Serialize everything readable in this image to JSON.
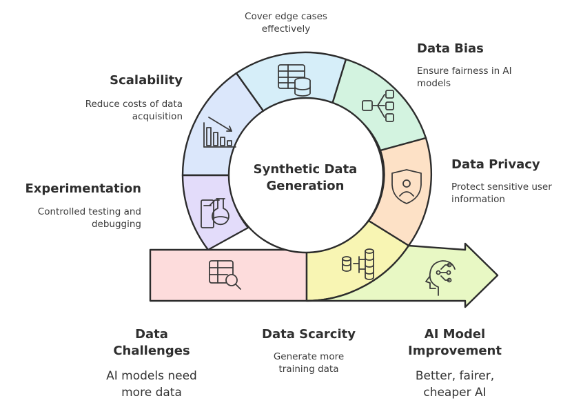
{
  "center": {
    "line1": "Synthetic Data",
    "line2": "Generation"
  },
  "segments": [
    {
      "id": "scalability",
      "title": "Scalability",
      "description_lines": [
        "Reduce costs of data",
        "acquisition"
      ],
      "color": "#dbe7fb",
      "icon": "declining-bar-chart-icon"
    },
    {
      "id": "edge-cases",
      "title": "",
      "description_lines": [
        "Cover edge cases",
        "effectively"
      ],
      "color": "#d6eef9",
      "icon": "database-table-icon"
    },
    {
      "id": "data-bias",
      "title": "Data Bias",
      "description_lines": [
        "Ensure fairness in AI",
        "models"
      ],
      "color": "#d3f3e0",
      "icon": "branching-nodes-icon"
    },
    {
      "id": "data-privacy",
      "title": "Data Privacy",
      "description_lines": [
        "Protect sensitive user",
        "information"
      ],
      "color": "#fde1c6",
      "icon": "shield-user-icon"
    },
    {
      "id": "experimentation",
      "title": "Experimentation",
      "description_lines": [
        "Controlled testing and",
        "debugging"
      ],
      "color": "#e3dcfa",
      "icon": "lab-flask-icon"
    }
  ],
  "bottom": [
    {
      "id": "data-challenges",
      "title_lines": [
        "Data",
        "Challenges"
      ],
      "description_lines": [
        "AI models need",
        "more data"
      ],
      "color": "#fddcdc",
      "icon": "table-search-icon"
    },
    {
      "id": "data-scarcity",
      "title_lines": [
        "Data Scarcity"
      ],
      "description_lines": [
        "Generate more",
        "training data"
      ],
      "color": "#f8f5b3",
      "icon": "data-flow-icon"
    },
    {
      "id": "ai-model-improvement",
      "title_lines": [
        "AI Model",
        "Improvement"
      ],
      "description_lines": [
        "Better, fairer,",
        "cheaper AI"
      ],
      "color": "#e8f8c4",
      "icon": "ai-head-icon"
    }
  ]
}
